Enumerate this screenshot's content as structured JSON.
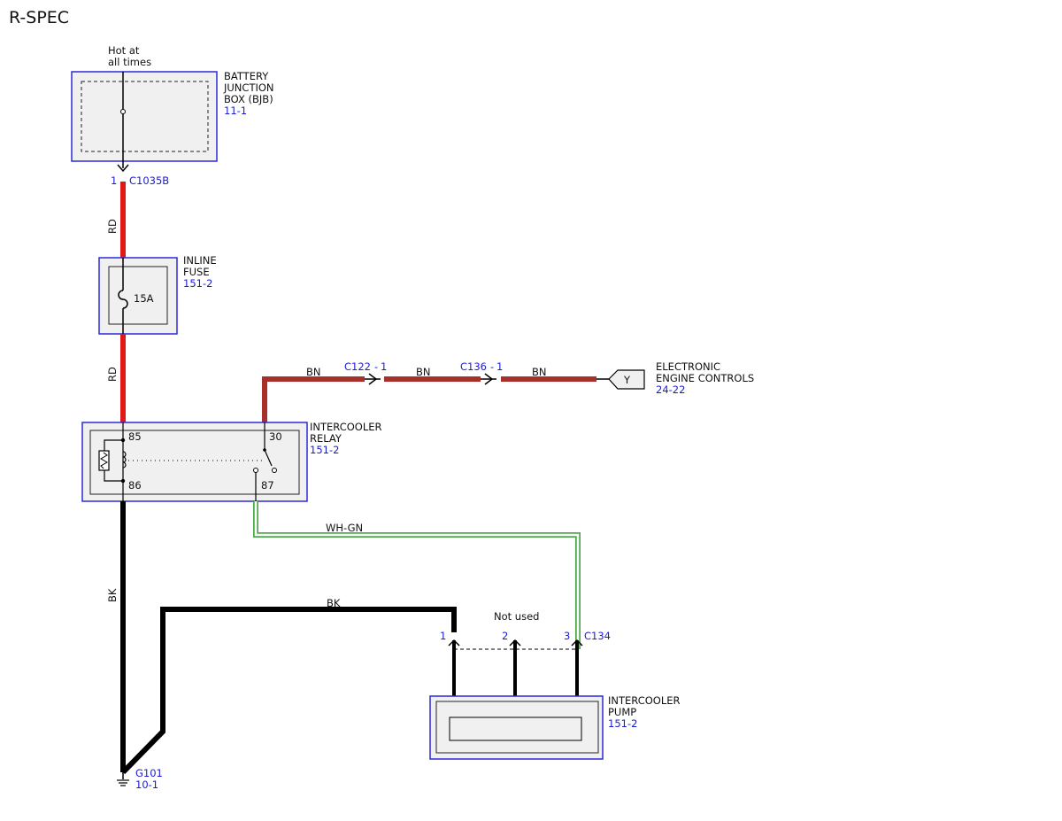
{
  "title": "R-SPEC",
  "battery_junction_box": {
    "note_line1": "Hot at",
    "note_line2": "all times",
    "name_lines": [
      "BATTERY",
      "JUNCTION",
      "BOX (BJB)"
    ],
    "ref": "11-1"
  },
  "connector_c1035b": {
    "pin": "1",
    "name": "C1035B"
  },
  "wire_battery_fuse": {
    "color_code": "RD"
  },
  "inline_fuse": {
    "name_lines": [
      "INLINE",
      "FUSE"
    ],
    "ref": "151-2",
    "rating": "15A"
  },
  "wire_fuse_relay": {
    "color_code": "RD"
  },
  "relay": {
    "name_lines": [
      "INTERCOOLER",
      "RELAY"
    ],
    "ref": "151-2",
    "pins": {
      "p85": "85",
      "p86": "86",
      "p30": "30",
      "p87": "87"
    }
  },
  "wire_relay_out": {
    "segments": [
      "BN",
      "BN",
      "BN"
    ]
  },
  "connector_c122": {
    "name": "C122",
    "pin": "1"
  },
  "connector_c136": {
    "name": "C136",
    "pin": "1"
  },
  "engine_controls": {
    "tag": "Y",
    "name_lines": [
      "ELECTRONIC",
      "ENGINE CONTROLS"
    ],
    "ref": "24-22"
  },
  "wire_relay_pump": {
    "color_code": "WH-GN"
  },
  "wire_ground_relay": {
    "color_code": "BK"
  },
  "wire_ground_pump": {
    "color_code": "BK"
  },
  "connector_c134": {
    "name": "C134",
    "pins": [
      "1",
      "2",
      "3"
    ],
    "note": "Not used"
  },
  "pump": {
    "name_lines": [
      "INTERCOOLER",
      "PUMP"
    ],
    "ref": "151-2"
  },
  "ground": {
    "name": "G101",
    "ref": "10-1"
  },
  "colors": {
    "box_border": "#2a2ad6",
    "box_fill": "#f0f0f0",
    "red_wire": "#e01818",
    "brown_wire": "#a8302a",
    "green_wire": "#4caa4c",
    "black_wire": "#000000",
    "ref_text": "#1a1ad6"
  }
}
